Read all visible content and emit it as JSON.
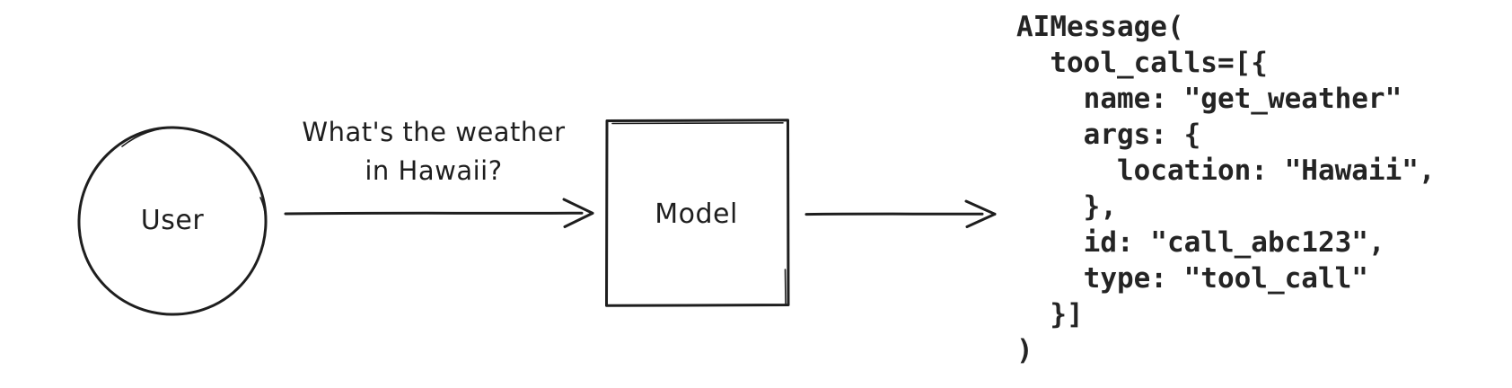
{
  "diagram": {
    "user_label": "User",
    "model_label": "Model",
    "request_label": "What's the weather\nin Hawaii?",
    "colors": {
      "stroke": "#1e1e1e",
      "code_text": "#242424",
      "background": "#ffffff"
    }
  },
  "code": {
    "content": "AIMessage(\n  tool_calls=[{\n    name: \"get_weather\"\n    args: {\n      location: \"Hawaii\",\n    },\n    id: \"call_abc123\",\n    type: \"tool_call\"\n  }]\n)"
  }
}
